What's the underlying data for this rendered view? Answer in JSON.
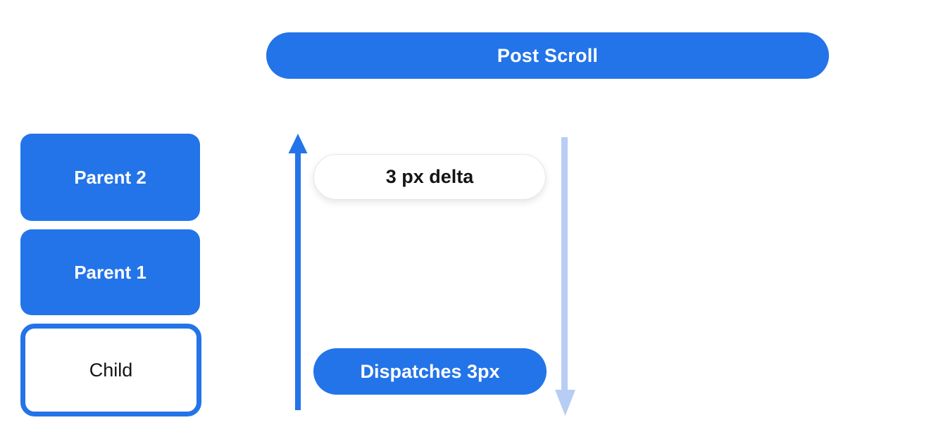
{
  "colors": {
    "primary_blue": "#2374e8",
    "light_blue": "#b7cdf4",
    "pill_bg": "#ffffff",
    "pill_border": "#e7e7e7",
    "text_dark": "#141414",
    "text_light": "#ffffff",
    "canvas_bg": "#ffffff"
  },
  "header": {
    "title": "Post Scroll"
  },
  "widget_tree": {
    "boxes": [
      {
        "label": "Parent 2",
        "variant": "filled"
      },
      {
        "label": "Parent 1",
        "variant": "filled"
      },
      {
        "label": "Child",
        "variant": "outlined"
      }
    ]
  },
  "scroll_flow": {
    "delta_badge": "3 px delta",
    "dispatch_badge": "Dispatches 3px",
    "icons": {
      "up_arrow": "arrow-up-icon",
      "down_arrow": "arrow-down-icon"
    }
  }
}
